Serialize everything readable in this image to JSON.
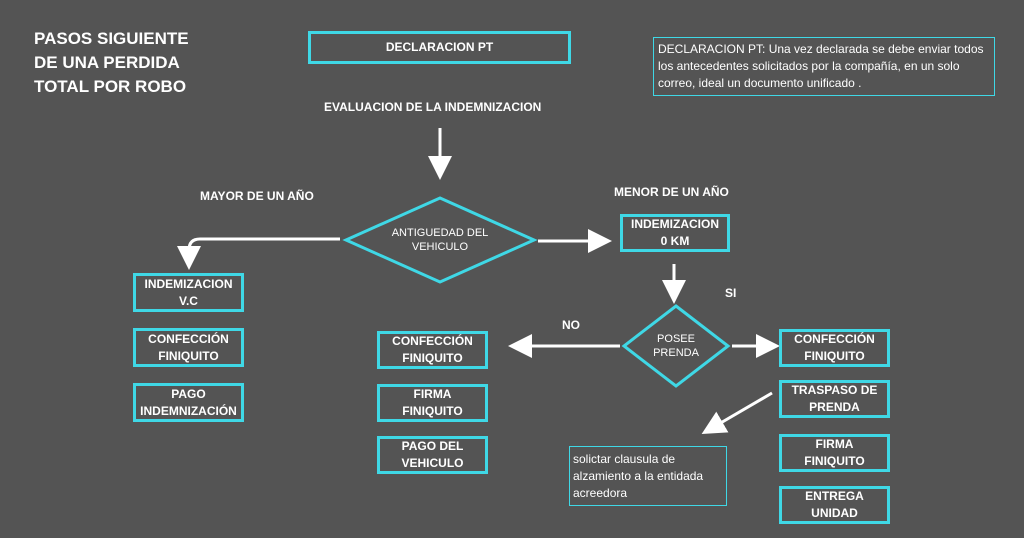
{
  "title_lines": [
    "PASOS SIGUIENTE",
    "DE UNA PERDIDA",
    "TOTAL POR ROBO"
  ],
  "declaracion": "DECLARACION PT",
  "note": "DECLARACION PT: Una vez declarada se debe enviar todos los antecedentes solicitados por la compañía, en un solo correo, ideal un documento unificado .",
  "evaluacion": "EVALUACION DE LA INDEMNIZACION",
  "mayor": "MAYOR DE UN AÑO",
  "menor": "MENOR DE UN AÑO",
  "antiguedad": [
    "ANTIGUEDAD DEL",
    "VEHICULO"
  ],
  "left_col": [
    [
      "INDEMIZACION",
      "V.C"
    ],
    [
      "CONFECCIÓN",
      "FINIQUITO"
    ],
    [
      "PAGO",
      "INDEMNIZACIÓN"
    ]
  ],
  "indemizacion_0km": [
    "INDEMIZACION",
    "0 KM"
  ],
  "si": "SI",
  "no": "NO",
  "posee_prenda": [
    "POSEE",
    "PRENDA"
  ],
  "no_col": [
    [
      "CONFECCIÓN",
      "FINIQUITO"
    ],
    [
      "FIRMA",
      "FINIQUITO"
    ],
    [
      "PAGO DEL",
      "VEHICULO"
    ]
  ],
  "si_col": [
    [
      "CONFECCIÓN",
      "FINIQUITO"
    ],
    [
      "TRASPASO DE",
      "PRENDA"
    ],
    [
      "FIRMA",
      "FINIQUITO"
    ],
    [
      "ENTREGA",
      "UNIDAD"
    ]
  ],
  "clausula": "solictar clausula de alzamiento a la entidada acreedora"
}
